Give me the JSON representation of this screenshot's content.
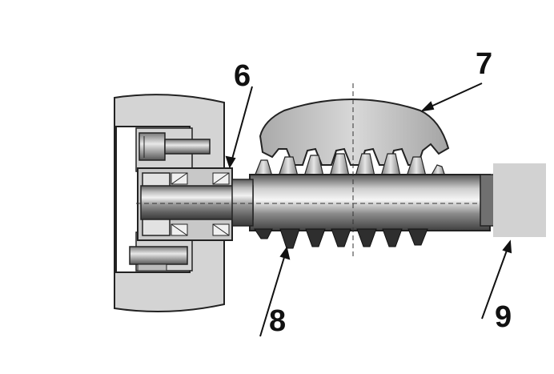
{
  "callouts": {
    "c6": "6",
    "c7": "7",
    "c8": "8",
    "c9": "9"
  },
  "colors": {
    "housing": "#d4d4d4",
    "outline": "#222222",
    "gear": "#c9c9c9",
    "motor": "#d2d2d2",
    "tooth_dark": "#2e2e2e"
  }
}
